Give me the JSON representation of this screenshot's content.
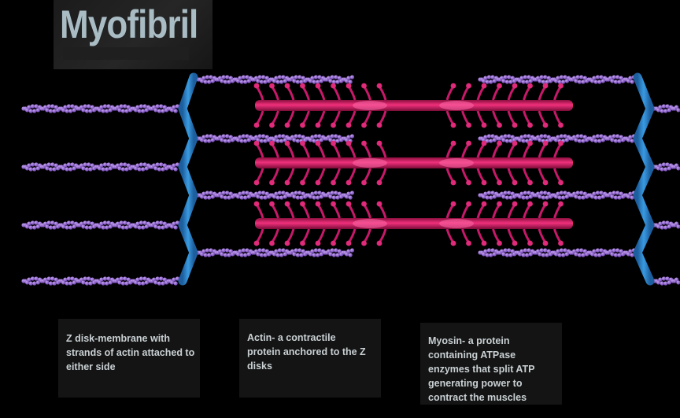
{
  "title": "Myofibril",
  "captions": {
    "z_disk": "Z disk-membrane with strands of actin attached to either side",
    "actin": "Actin- a contractile protein anchored to the Z disks",
    "myosin": "Myosin- a protein containing ATPase enzymes that split ATP generating power to contract the muscles"
  },
  "colors": {
    "background": "#000000",
    "actin": "#8a5cc8",
    "myosin": "#d0206a",
    "z_disk": "#2a7ec8",
    "title": "#a9bcc4",
    "caption": "#c9d0d3"
  }
}
